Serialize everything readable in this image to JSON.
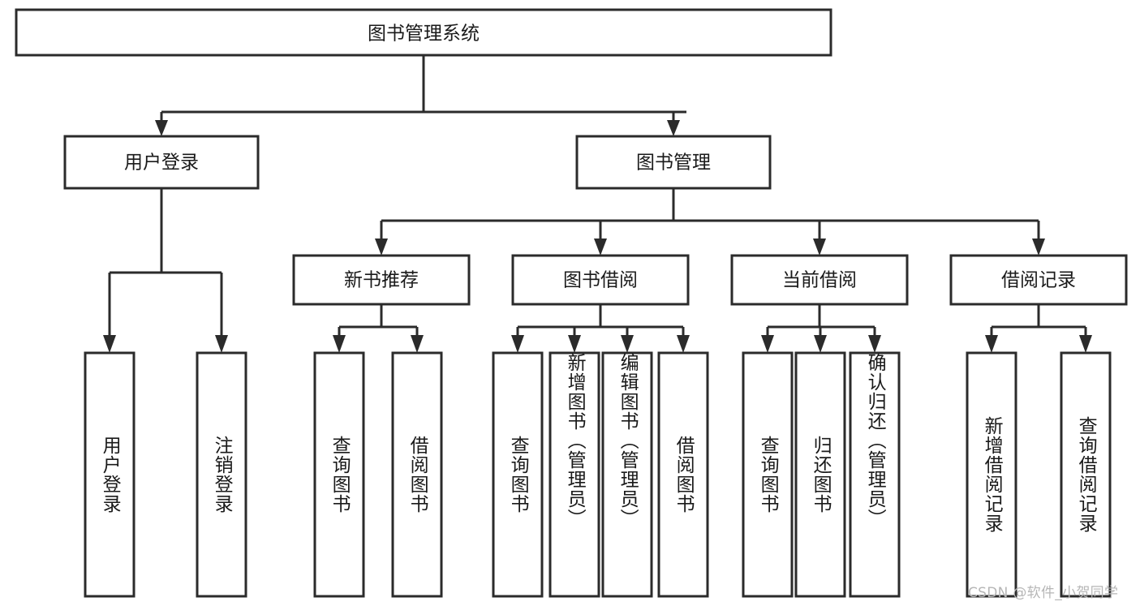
{
  "diagram": {
    "title": "图书管理系统",
    "type": "tree-hierarchy",
    "watermark": "CSDN @软件_小贺同学",
    "colors": {
      "box_stroke": "#2b2b2b",
      "box_fill": "#ffffff",
      "text": "#1a1a1a",
      "background": "#ffffff",
      "watermark": "#b6b6b6"
    },
    "root": {
      "label": "图书管理系统"
    },
    "level2": [
      {
        "label": "用户登录"
      },
      {
        "label": "图书管理"
      }
    ],
    "level3": [
      {
        "label": "新书推荐"
      },
      {
        "label": "图书借阅"
      },
      {
        "label": "当前借阅"
      },
      {
        "label": "借阅记录"
      }
    ],
    "leaves": {
      "user_login": [
        {
          "label": "用户登录"
        },
        {
          "label": "注销登录"
        }
      ],
      "new_book_recommend": [
        {
          "label": "查询图书"
        },
        {
          "label": "借阅图书"
        }
      ],
      "book_borrow": [
        {
          "label": "查询图书"
        },
        {
          "label": "新增图书（管理员）"
        },
        {
          "label": "编辑图书（管理员）"
        },
        {
          "label": "借阅图书"
        }
      ],
      "current_borrow": [
        {
          "label": "查询图书"
        },
        {
          "label": "归还图书"
        },
        {
          "label": "确认归还（管理员）"
        }
      ],
      "borrow_record": [
        {
          "label": "新增借阅记录"
        },
        {
          "label": "查询借阅记录"
        }
      ]
    }
  }
}
